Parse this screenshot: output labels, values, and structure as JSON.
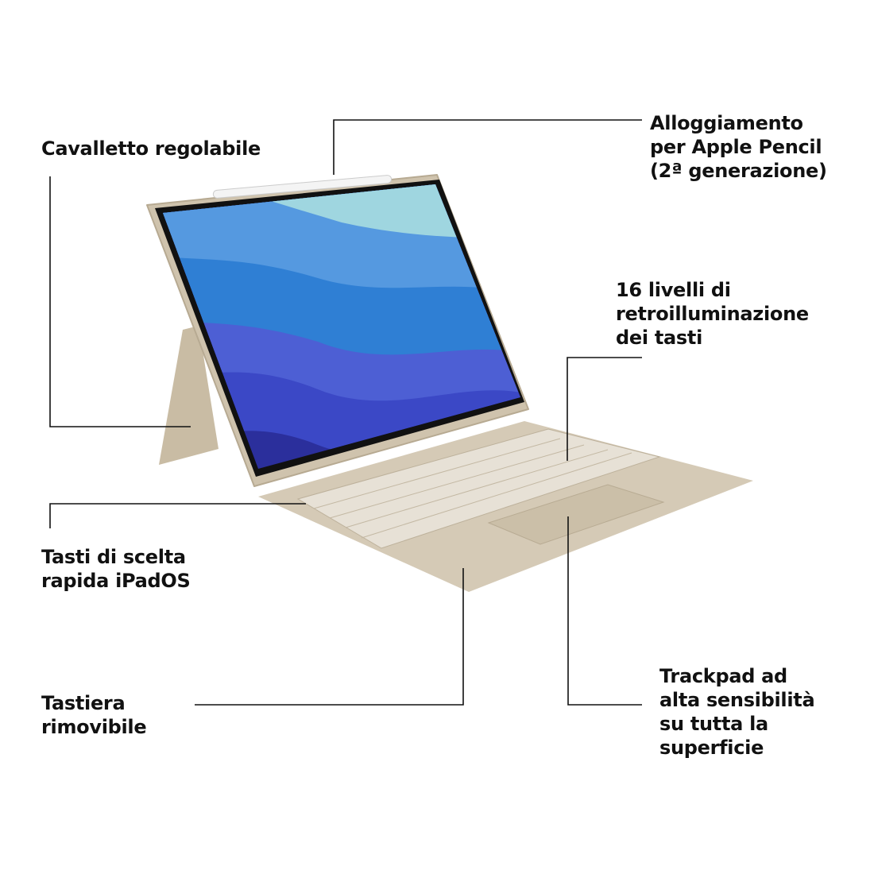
{
  "callouts": {
    "stand": {
      "lines": [
        "Cavalletto regolabile"
      ]
    },
    "pencil": {
      "lines": [
        "Alloggiamento",
        "per Apple Pencil",
        "(2ª generazione)"
      ]
    },
    "backlight": {
      "lines": [
        "16 livelli di",
        "retroilluminazione",
        "dei tasti"
      ]
    },
    "shortcuts": {
      "lines": [
        "Tasti di scelta",
        "rapida iPadOS"
      ]
    },
    "keyboard": {
      "lines": [
        "Tastiera",
        "rimovibile"
      ]
    },
    "trackpad": {
      "lines": [
        "Trackpad ad",
        "alta sensibilità",
        "su tutta la",
        "superficie"
      ]
    }
  },
  "colors": {
    "case": "#cfc3ad",
    "screen_light": "#9fd6e0",
    "screen_dark": "#2b2f9c",
    "line": "#111111"
  }
}
